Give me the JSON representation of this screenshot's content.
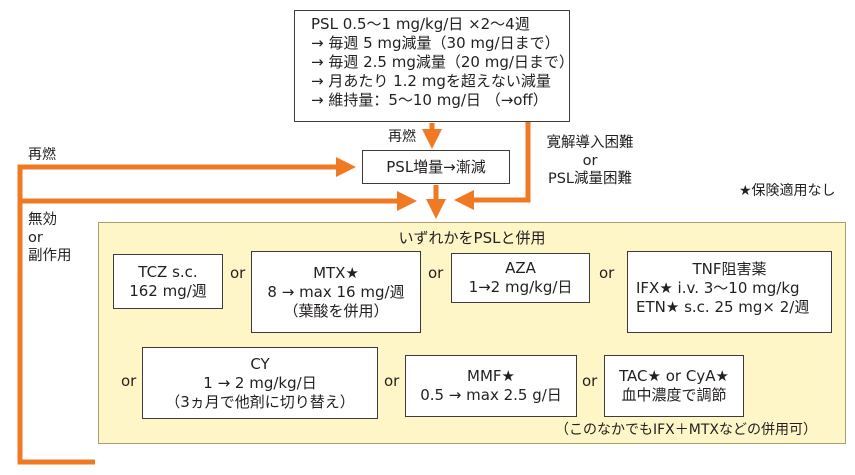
{
  "colors": {
    "arrow": "#f07a23",
    "panel_bg": "#fff6c8",
    "panel_border": "#a89e72",
    "box_border": "#3c3c3c"
  },
  "top_box": {
    "lines": [
      "PSL 0.5〜1 mg/kg/日 ×2〜4週",
      "→ 毎週 5 mg減量（30 mg/日まで）",
      "→ 毎週 2.5 mg減量（20 mg/日まで）",
      "→ 月あたり 1.2 mgを超えない減量",
      "→ 維持量：5〜10 mg/日 （→off）"
    ]
  },
  "labels": {
    "relapse_center": "再燃",
    "relapse_left": "再燃",
    "right_condition": [
      "寛解導入困難",
      "or",
      "PSL減量困難"
    ],
    "left_condition": [
      "無効",
      "or",
      "副作用"
    ],
    "no_insurance": "★保険適用なし"
  },
  "increase_box": "PSL増量→漸減",
  "panel": {
    "title": "いずれかをPSLと併用",
    "footnote": "（このなかでもIFX＋MTXなどの併用可）",
    "or_label": "or"
  },
  "drugs": {
    "tcz": [
      "TCZ s.c.",
      "162 mg/週"
    ],
    "mtx": [
      "MTX★",
      "8 → max 16 mg/週",
      "（葉酸を併用）"
    ],
    "aza": [
      "AZA",
      "1→2 mg/kg/日"
    ],
    "tnf": [
      "TNF阻害薬",
      "IFX★ i.v. 3〜10 mg/kg",
      "ETN★ s.c. 25 mg× 2/週"
    ],
    "cy": [
      "CY",
      "1 → 2 mg/kg/日",
      "（3ヵ月で他剤に切り替え）"
    ],
    "mmf": [
      "MMF★",
      "0.5 → max 2.5 g/日"
    ],
    "tac": [
      "TAC★ or CyA★",
      "血中濃度で調節"
    ]
  }
}
